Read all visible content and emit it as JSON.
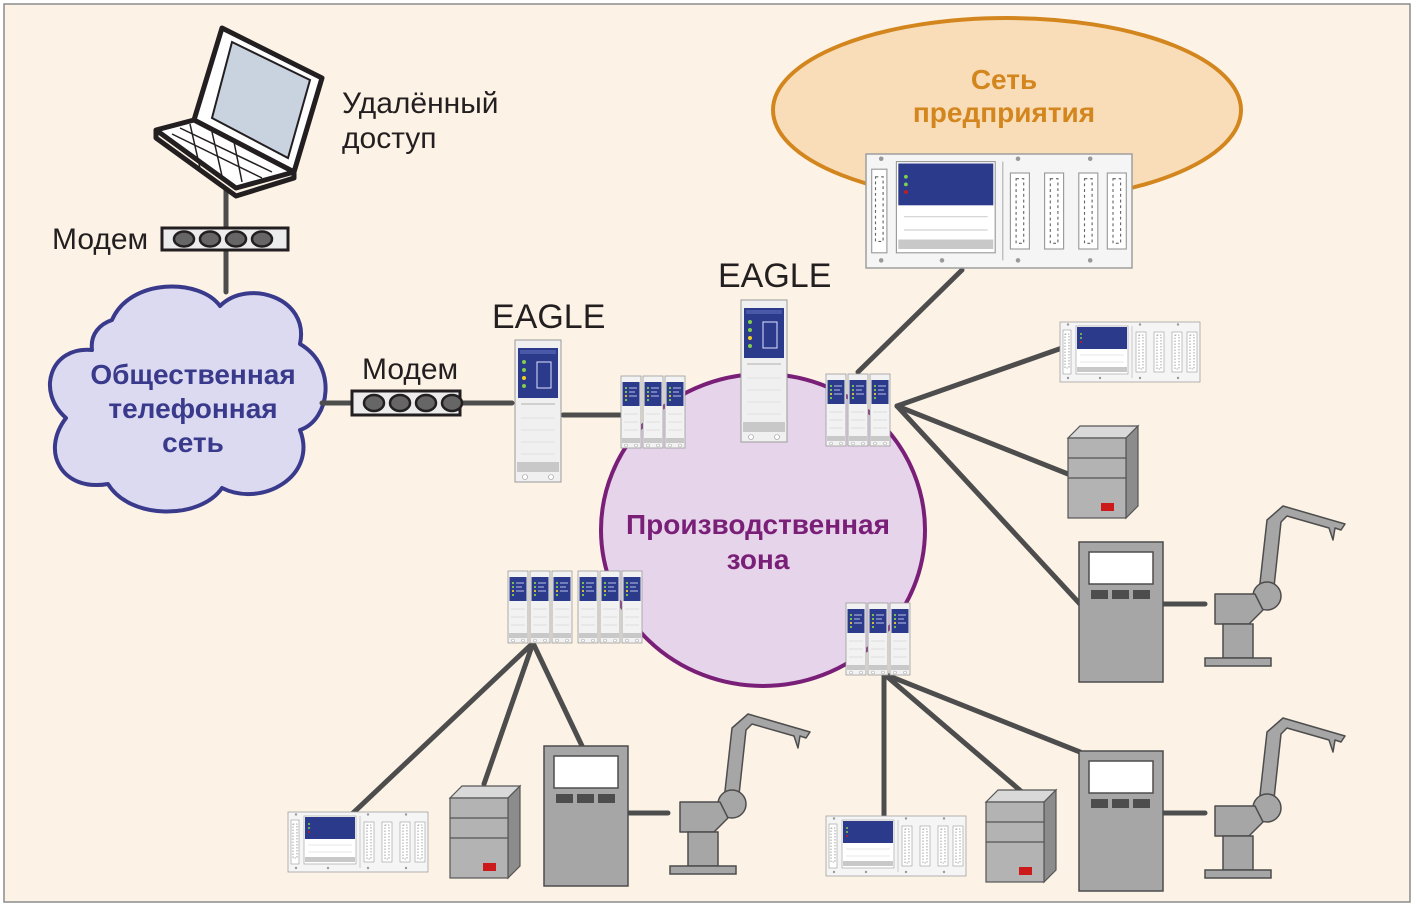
{
  "labels": {
    "remote_access": [
      "Удалённый",
      "доступ"
    ],
    "modem_top": "Модем",
    "modem_mid": "Модем",
    "public_network": [
      "Общественная",
      "телефонная",
      "сеть"
    ],
    "eagle_left": "EAGLE",
    "eagle_right": "EAGLE",
    "enterprise_network": [
      "Сеть",
      "предприятия"
    ],
    "production_zone": [
      "Производственная",
      "зона"
    ]
  },
  "colors": {
    "background": "#fcf3e6",
    "frame": "#8c8c8c",
    "cloud_fill": "#dcdaf0",
    "cloud_stroke": "#3a3a8c",
    "zone_fill": "#e6d4ea",
    "zone_stroke": "#7a1f78",
    "enterprise_fill": "#f8ddb8",
    "enterprise_stroke": "#d4861e",
    "link": "#4d4d4d",
    "device_blue": "#2c3a8c",
    "equipment_gray": "#a6a6a6",
    "indicator_red": "#cc1a1a"
  }
}
